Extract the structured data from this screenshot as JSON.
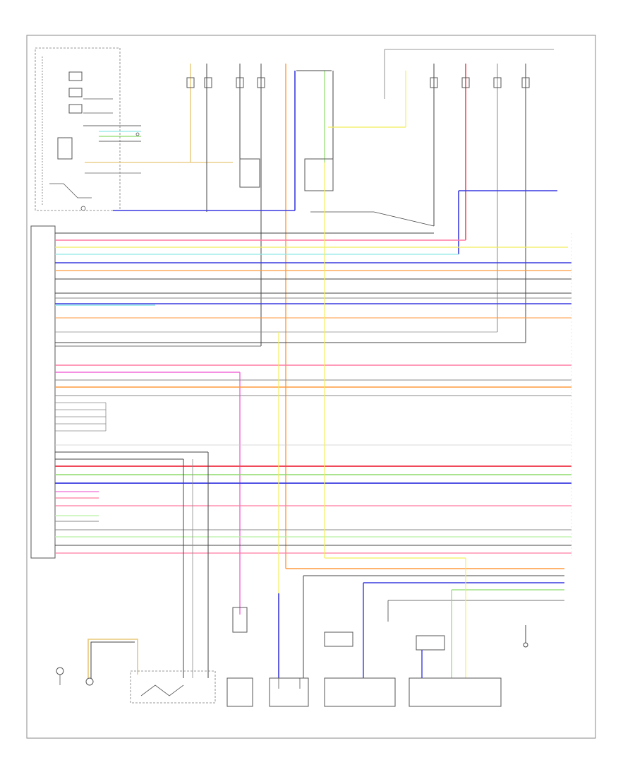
{
  "diagram": {
    "footer_code": "",
    "wire_colors": {
      "black": "#444444",
      "gray": "#8a8a8a",
      "blue": "#3a3ae0",
      "red": "#f04a5a",
      "pink": "#ff7aa0",
      "orange": "#ff9a3c",
      "yellow": "#f2ee5a",
      "green": "#8ddc6a",
      "light_green": "#b9f0a4",
      "cyan": "#8fe8e8",
      "tan": "#e8c878",
      "magenta": "#f06ad8"
    },
    "components": [
      {
        "id": "ecm-connector",
        "label": ""
      },
      {
        "id": "combination-meter",
        "label": ""
      },
      {
        "id": "front-speed-sensor-lh",
        "label": ""
      },
      {
        "id": "front-speed-sensor-rh",
        "label": ""
      },
      {
        "id": "brake-actuator",
        "label": ""
      },
      {
        "id": "stop-lamp-switch",
        "label": ""
      },
      {
        "id": "yaw-rate-sensor",
        "label": ""
      },
      {
        "id": "steering-sensor",
        "label": ""
      },
      {
        "id": "ground",
        "label": ""
      }
    ]
  }
}
